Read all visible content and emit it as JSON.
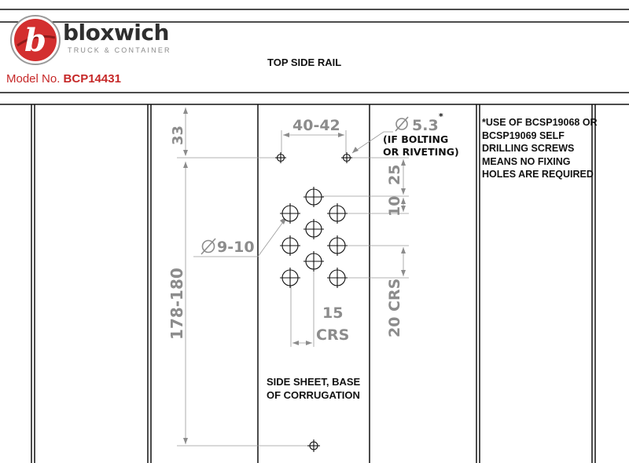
{
  "header": {
    "brand_name": "bloxwich",
    "brand_tagline": "TRUCK & CONTAINER",
    "logo_letter": "b",
    "model_label": "Model No.",
    "model_number": "BCP14431",
    "drawing_title": "TOP SIDE RAIL",
    "brand_color": "#c62828"
  },
  "dimensions": {
    "top_offset": "33",
    "pitch": "40-42",
    "small_hole_dia": "5.3",
    "small_hole_mark": "*",
    "small_hole_note_line1": "(IF BOLTING",
    "small_hole_note_line2": "OR RIVETING)",
    "vertical_25": "25",
    "vertical_10": "10",
    "large_hole_dia": "9-10",
    "overall_height": "178-180",
    "horizontal_crs_value": "15",
    "horizontal_crs_label": "CRS",
    "vertical_crs": "20 CRS"
  },
  "notes": {
    "screw_note": "*USE OF BCSP19068 OR BCSP19069 SELF DRILLING SCREWS MEANS NO FIXING HOLES ARE REQUIRED",
    "side_sheet": "SIDE SHEET, BASE OF CORRUGATION"
  }
}
